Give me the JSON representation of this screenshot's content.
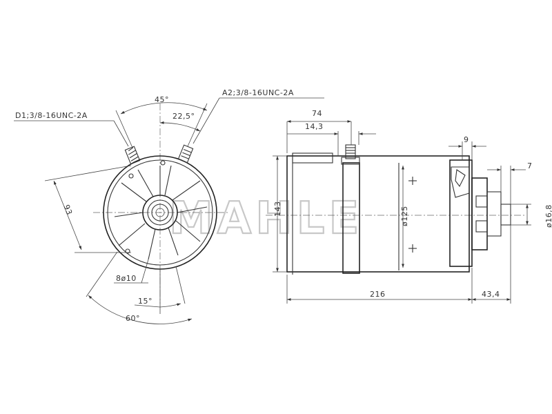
{
  "watermark": "MAHLE",
  "left_view": {
    "labels": {
      "angle_45": "45°",
      "angle_22_5": "22,5°",
      "thread_a2": "A2;3/8-16UNC-2A",
      "thread_d1": "D1;3/8-16UNC-2A",
      "dim_93": "93",
      "holes": "8ø10",
      "angle_15": "15°",
      "angle_60": "60°"
    }
  },
  "right_view": {
    "labels": {
      "dim_74": "74",
      "dim_14_3": "14,3",
      "dim_9": "9",
      "dim_7": "7",
      "dim_143": "143",
      "dim_125": "ø125",
      "dim_16_8": "ø16,8",
      "dim_216": "216",
      "dim_43_4": "43,4"
    }
  }
}
